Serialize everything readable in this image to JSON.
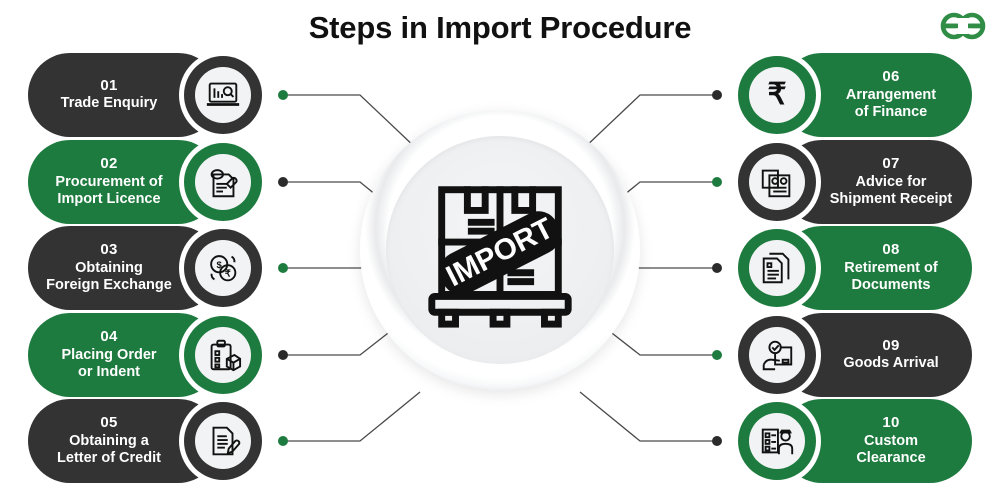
{
  "header": {
    "title": "Steps in Import Procedure",
    "logo_name": "geeksforgeeks-logo"
  },
  "center": {
    "graphic_label": "IMPORT",
    "icon_name": "import-boxes-pallet-stamp"
  },
  "colors": {
    "green": "#1e7b3f",
    "dark": "#333333",
    "white": "#ffffff",
    "line": "#4a4a4a",
    "dot_green": "#1e7b3f",
    "dot_dark": "#2b2b2b"
  },
  "steps_left": [
    {
      "num": "01",
      "label": "Trade Enquiry",
      "theme": "dark",
      "icon": "laptop-search-icon",
      "dot": "green"
    },
    {
      "num": "02",
      "label": "Procurement of\nImport Licence",
      "theme": "green",
      "icon": "licence-document-icon",
      "dot": "dark"
    },
    {
      "num": "03",
      "label": "Obtaining\nForeign Exchange",
      "theme": "dark",
      "icon": "currency-exchange-icon",
      "dot": "green"
    },
    {
      "num": "04",
      "label": "Placing Order\nor Indent",
      "theme": "green",
      "icon": "clipboard-order-icon",
      "dot": "dark"
    },
    {
      "num": "05",
      "label": "Obtaining a\nLetter of Credit",
      "theme": "dark",
      "icon": "letter-pencil-icon",
      "dot": "green"
    }
  ],
  "steps_right": [
    {
      "num": "06",
      "label": "Arrangement\nof Finance",
      "theme": "green",
      "icon": "rupee-icon",
      "dot": "dark"
    },
    {
      "num": "07",
      "label": "Advice for\nShipment Receipt",
      "theme": "dark",
      "icon": "shipment-receipt-icon",
      "dot": "green"
    },
    {
      "num": "08",
      "label": "Retirement of\nDocuments",
      "theme": "green",
      "icon": "documents-stack-icon",
      "dot": "dark"
    },
    {
      "num": "09",
      "label": "Goods Arrival",
      "theme": "dark",
      "icon": "goods-delivery-icon",
      "dot": "green"
    },
    {
      "num": "10",
      "label": "Custom\nClearance",
      "theme": "green",
      "icon": "customs-officer-icon",
      "dot": "dark"
    }
  ]
}
